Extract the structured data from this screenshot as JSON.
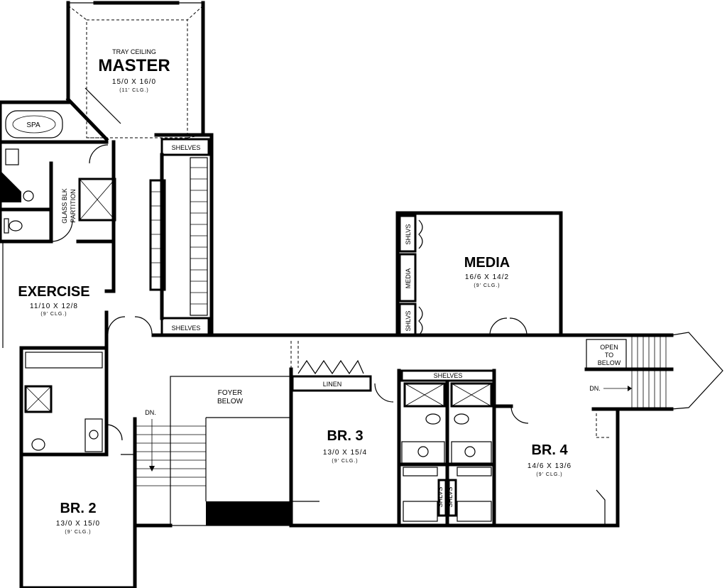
{
  "master": {
    "ceiling_note": "TRAY CEILING",
    "name": "MASTER",
    "dims": "15/0 X 16/0",
    "clg": "(11' CLG.)"
  },
  "spa": {
    "label": "SPA"
  },
  "glass_partition": {
    "line1": "GLASS BLK",
    "line2": "PARTITION"
  },
  "exercise": {
    "name": "EXERCISE",
    "dims": "11/10 X 12/8",
    "clg": "(9' CLG.)"
  },
  "shelves_top": "SHELVES",
  "shelves_bottom": "SHELVES",
  "media": {
    "name": "MEDIA",
    "dims": "16/6 X 14/2",
    "clg": "(9' CLG.)"
  },
  "shlvs_upper": "SHLVS",
  "shlvs_mid": "MEDIA",
  "shlvs_lower": "SHLVS",
  "open_to_below": {
    "line1": "OPEN",
    "line2": "TO",
    "line3": "BELOW"
  },
  "dn_right": "DN.",
  "dn_left": "DN.",
  "linen": "LINEN",
  "shelves_bath": "SHELVES",
  "foyer_below": {
    "line1": "FOYER",
    "line2": "BELOW"
  },
  "br3": {
    "name": "BR. 3",
    "dims": "13/0 X 15/4",
    "clg": "(9' CLG.)"
  },
  "br4": {
    "name": "BR. 4",
    "dims": "14/6 X 13/6",
    "clg": "(9' CLG.)"
  },
  "br2": {
    "name": "BR. 2",
    "dims": "13/0 X 15/0",
    "clg": "(9' CLG.)"
  },
  "shlvs_bath_left": "SHLVS",
  "shlvs_bath_right": "SHLVS"
}
